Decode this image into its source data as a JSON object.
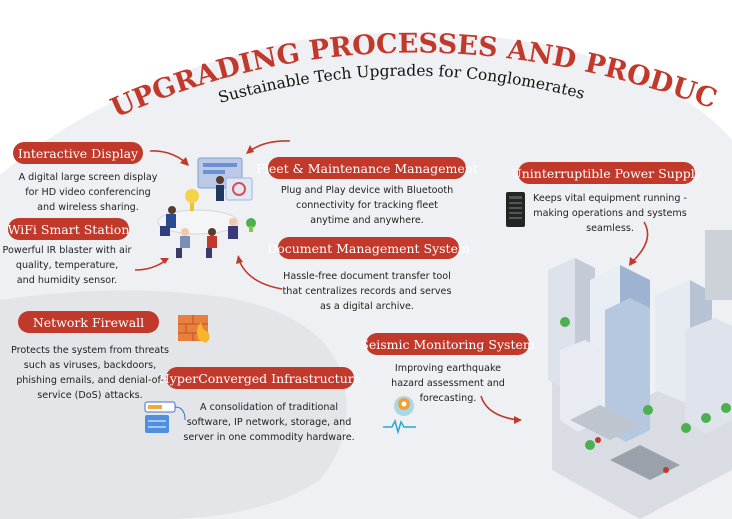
{
  "header": {
    "title": "UPGRADING PROCESSES AND PRODUCTIVITY",
    "subtitle": "Sustainable Tech Upgrades for Conglomerates"
  },
  "colors": {
    "accent": "#c1392b",
    "panel": "#eef0f3",
    "gray_area": "#e3e5e9",
    "text": "#222222"
  },
  "items": {
    "interactive_display": {
      "title": "Interactive Display",
      "lines": [
        "A digital large screen display",
        "for HD video conferencing",
        "and wireless sharing."
      ]
    },
    "wifi_station": {
      "title": "WiFi Smart Station",
      "lines": [
        "Powerful IR blaster with air",
        "quality, temperature,",
        "and humidity sensor."
      ]
    },
    "fleet": {
      "title": "Fleet & Maintenance Management",
      "lines": [
        "Plug and Play device with Bluetooth",
        "connectivity for tracking fleet",
        "anytime and anywhere."
      ]
    },
    "document": {
      "title": "Document Management System",
      "lines": [
        "Hassle-free document transfer tool",
        "that centralizes records and serves",
        "as a digital archive."
      ]
    },
    "ups": {
      "title": "Uninterruptible Power Supply",
      "lines": [
        "Keeps vital equipment running -",
        "making operations and systems",
        "seamless."
      ]
    },
    "firewall": {
      "title": "Network Firewall",
      "lines": [
        "Protects the system from threats",
        "such as viruses, backdoors,",
        "phishing emails, and denial-of-",
        "service (DoS) attacks."
      ]
    },
    "hci": {
      "title": "HyperConverged Infrastructure",
      "lines": [
        "A consolidation of traditional",
        "software, IP network, storage, and",
        "server in one commodity hardware."
      ]
    },
    "seismic": {
      "title": "Seismic Monitoring System",
      "lines": [
        "Improving earthquake",
        "hazard assessment and",
        "forecasting."
      ]
    }
  },
  "icons": [
    "meeting-illustration-icon",
    "ups-device-icon",
    "firewall-icon",
    "hci-server-icon",
    "seismic-sensor-icon",
    "city-buildings-illustration"
  ]
}
